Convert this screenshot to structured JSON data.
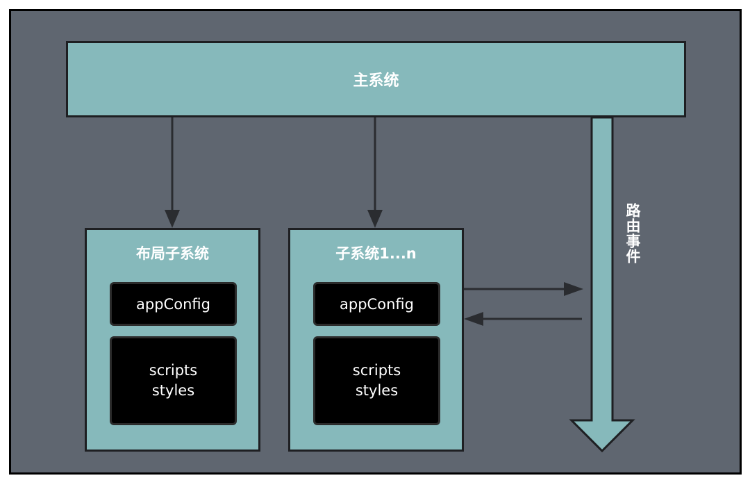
{
  "main_system": {
    "label": "主系统"
  },
  "layout_subsystem": {
    "title": "布局子系统",
    "config_label": "appConfig",
    "scripts_label": "scripts",
    "styles_label": "styles"
  },
  "sub_system": {
    "title": "子系统1...n",
    "config_label": "appConfig",
    "scripts_label": "scripts",
    "styles_label": "styles"
  },
  "route_events": {
    "label": "路由事件"
  },
  "colors": {
    "background": "#5f6670",
    "box_fill": "#86b9bb",
    "border": "#1e1f22",
    "inner_box": "#000000",
    "text": "#ffffff"
  }
}
